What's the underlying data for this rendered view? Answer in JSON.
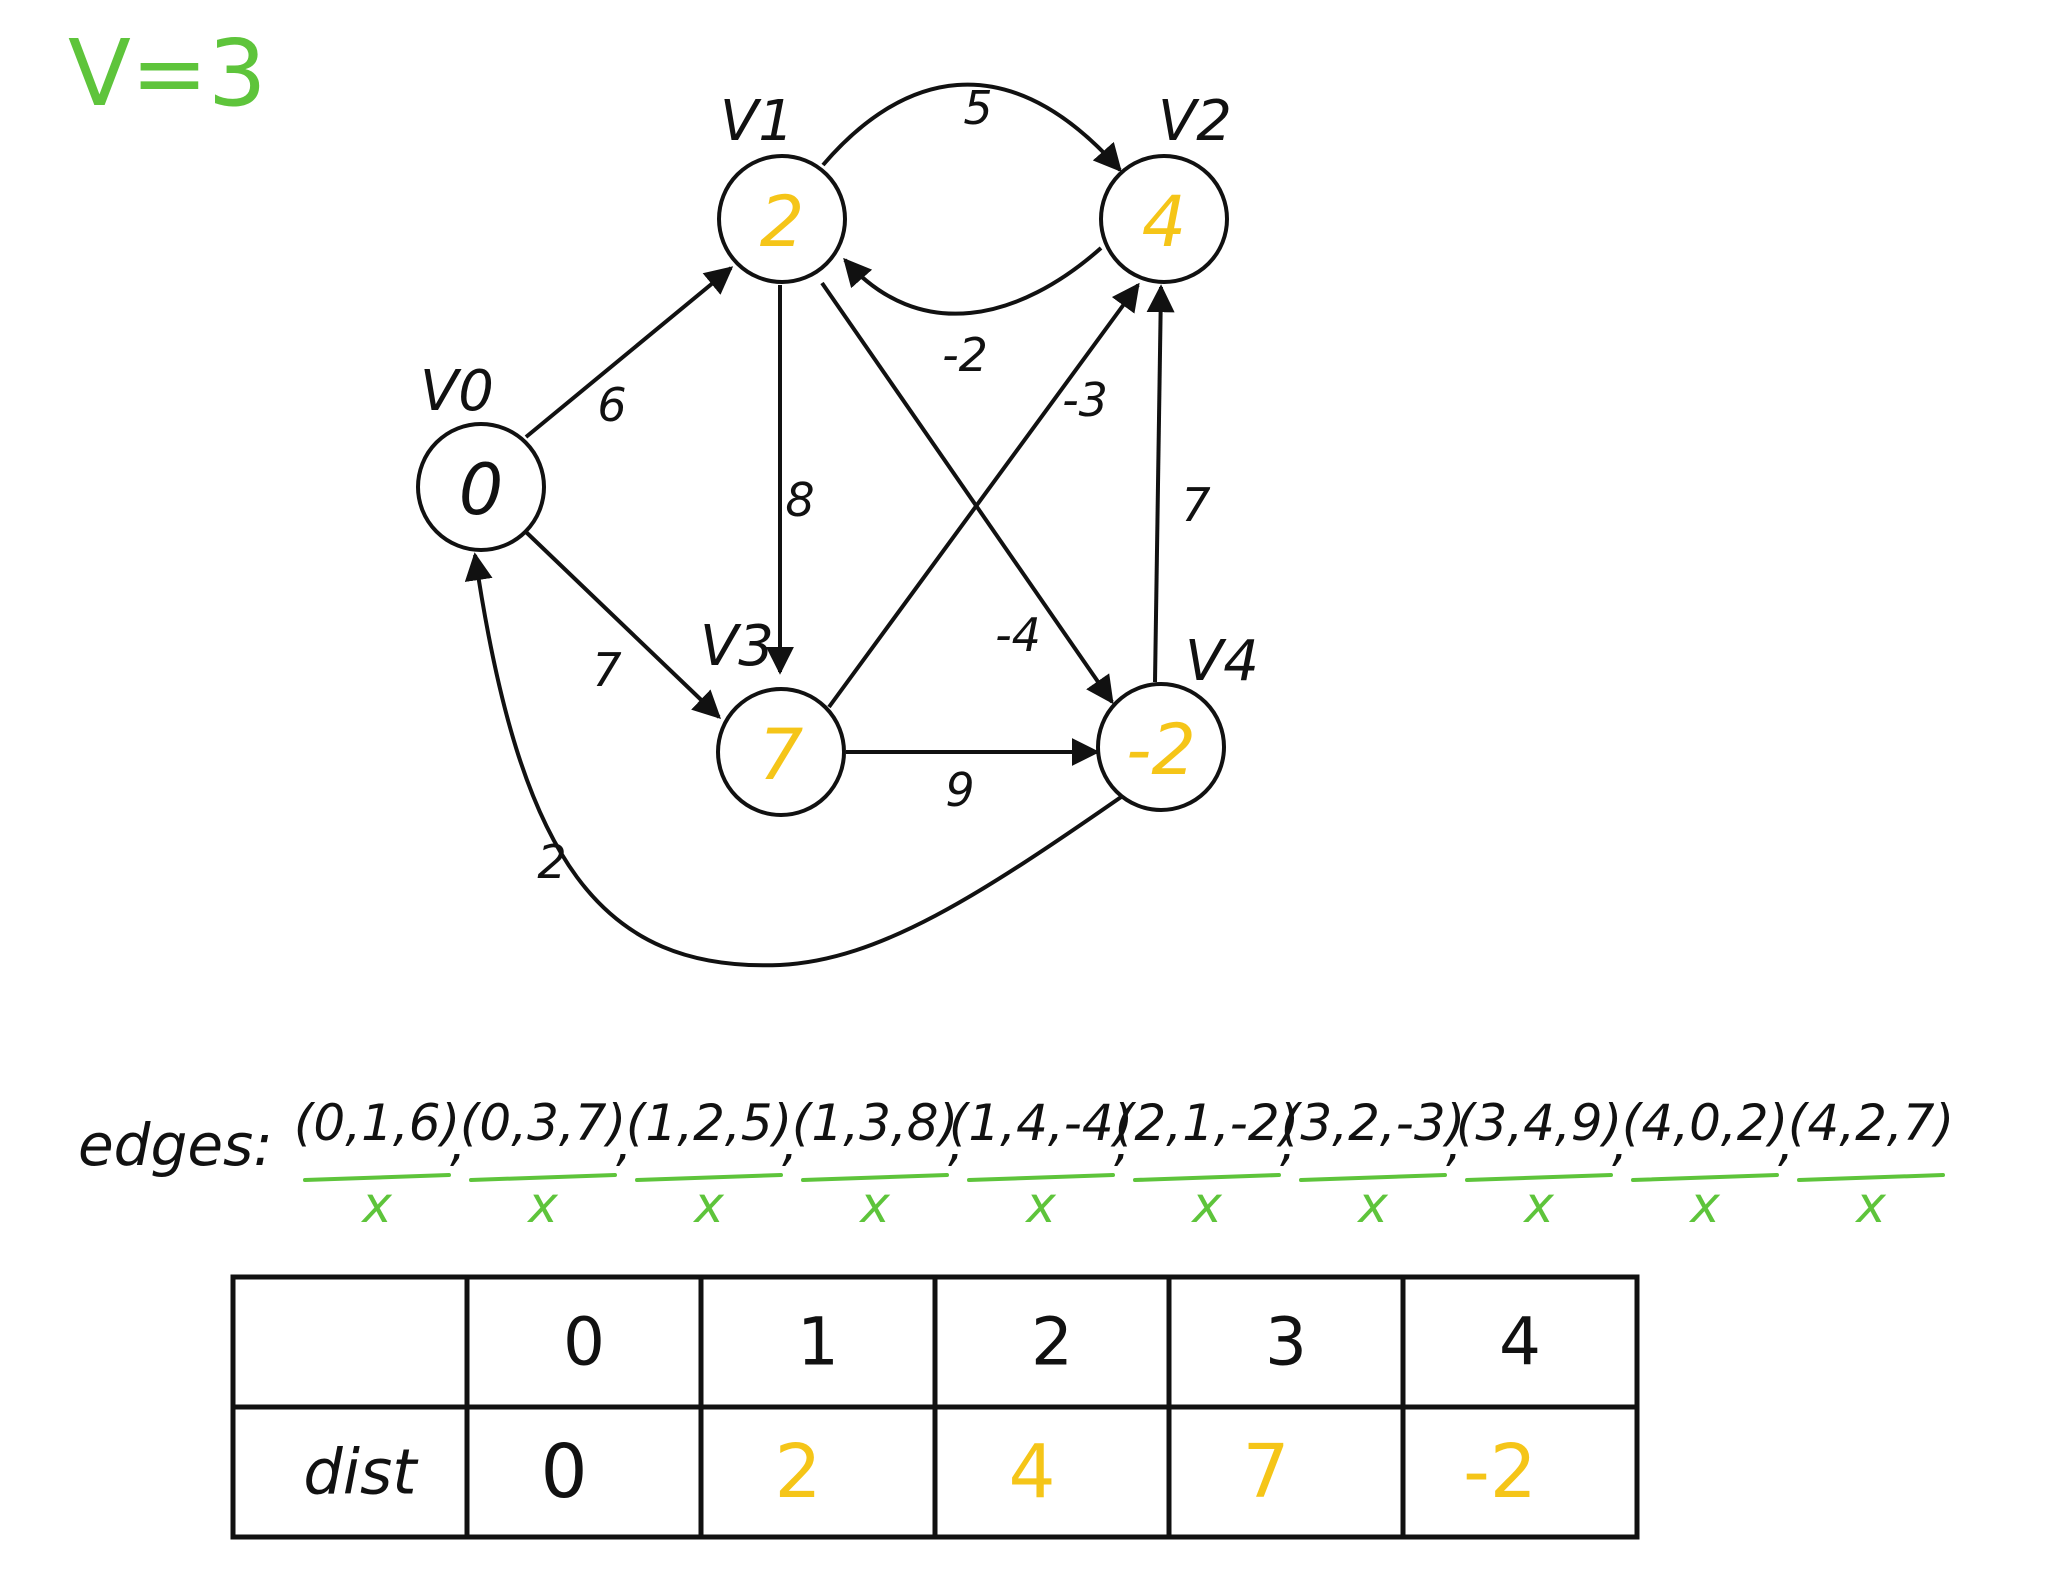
{
  "colors": {
    "black": "#111111",
    "yellow": "#f5c518",
    "green": "#5ec43b"
  },
  "iteration_label": "V=3",
  "nodes": [
    {
      "label": "V0",
      "value": "0",
      "highlight": false
    },
    {
      "label": "V1",
      "value": "2",
      "highlight": true
    },
    {
      "label": "V2",
      "value": "4",
      "highlight": true
    },
    {
      "label": "V3",
      "value": "7",
      "highlight": true
    },
    {
      "label": "V4",
      "value": "-2",
      "highlight": true
    }
  ],
  "graph_edges": [
    {
      "from": 0,
      "to": 1,
      "weight": "6"
    },
    {
      "from": 0,
      "to": 3,
      "weight": "7"
    },
    {
      "from": 1,
      "to": 2,
      "weight": "5"
    },
    {
      "from": 1,
      "to": 3,
      "weight": "8"
    },
    {
      "from": 1,
      "to": 4,
      "weight": "-4"
    },
    {
      "from": 2,
      "to": 1,
      "weight": "-2"
    },
    {
      "from": 3,
      "to": 2,
      "weight": "-3"
    },
    {
      "from": 3,
      "to": 4,
      "weight": "9"
    },
    {
      "from": 4,
      "to": 0,
      "weight": "2"
    },
    {
      "from": 4,
      "to": 2,
      "weight": "7"
    }
  ],
  "edge_list": {
    "title": "edges:",
    "items": [
      "(0,1,6)",
      "(0,3,7)",
      "(1,2,5)",
      "(1,3,8)",
      "(1,4,-4)",
      "(2,1,-2)",
      "(3,2,-3)",
      "(3,4,9)",
      "(4,0,2)",
      "(4,2,7)"
    ],
    "separator": ",",
    "mark": "x"
  },
  "table": {
    "headers": [
      "",
      "0",
      "1",
      "2",
      "3",
      "4"
    ],
    "row_label": "dist",
    "values": [
      "0",
      "2",
      "4",
      "7",
      "-2"
    ],
    "highlight": [
      false,
      true,
      true,
      true,
      true
    ]
  }
}
